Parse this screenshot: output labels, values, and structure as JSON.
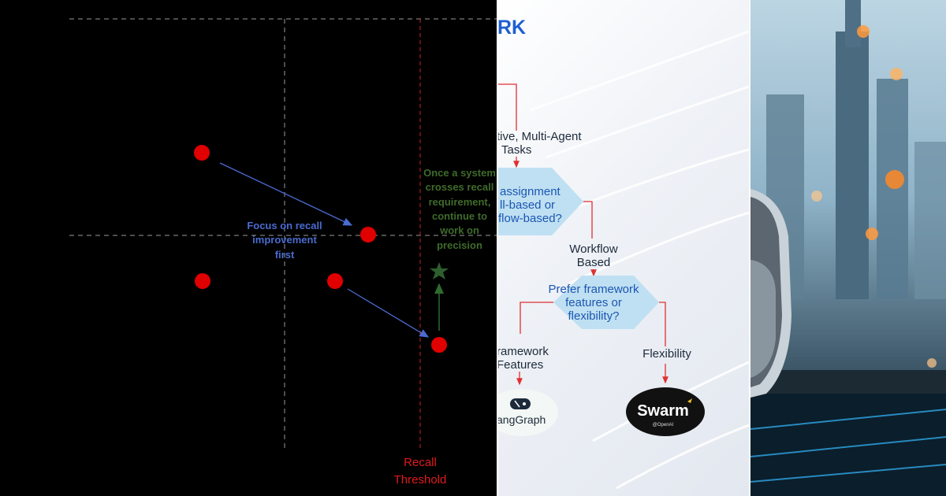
{
  "left_panel": {
    "annotation_recall": [
      "Focus on recall",
      "improvement",
      "first"
    ],
    "annotation_precision": [
      "Once a system",
      "crosses recall",
      "requirement,",
      "continue to",
      "work on",
      "precision"
    ],
    "threshold_label": [
      "Recall",
      "Threshold"
    ],
    "colors": {
      "point": "#e00000",
      "arrow_blue": "#4a6bd0",
      "arrow_green": "#2e6b2e",
      "threshold": "#cc1f1f",
      "guide": "#9a9a9a"
    }
  },
  "middle_panel": {
    "title_fragment": "RK",
    "node_tasks": [
      "tive, Multi-Agent",
      "Tasks"
    ],
    "node_assignment": [
      "assignment",
      "ll-based or",
      "flow-based?"
    ],
    "label_workflow": [
      "Workflow",
      "Based"
    ],
    "node_prefer": [
      "Prefer framework",
      "features or",
      "flexibility?"
    ],
    "label_framework": [
      "ramework",
      "Features"
    ],
    "label_flexibility": "Flexibility",
    "logo_langgraph": "angGraph",
    "logo_swarm": "Swarm",
    "logo_swarm_sub": "@OpenAI",
    "colors": {
      "title": "#1f5fd1",
      "diamond_fill": "#bfe0f2",
      "diamond_text": "#1b56b3",
      "arrow": "#e03030"
    }
  },
  "right_panel": {
    "icon": "robot-city-photo"
  }
}
